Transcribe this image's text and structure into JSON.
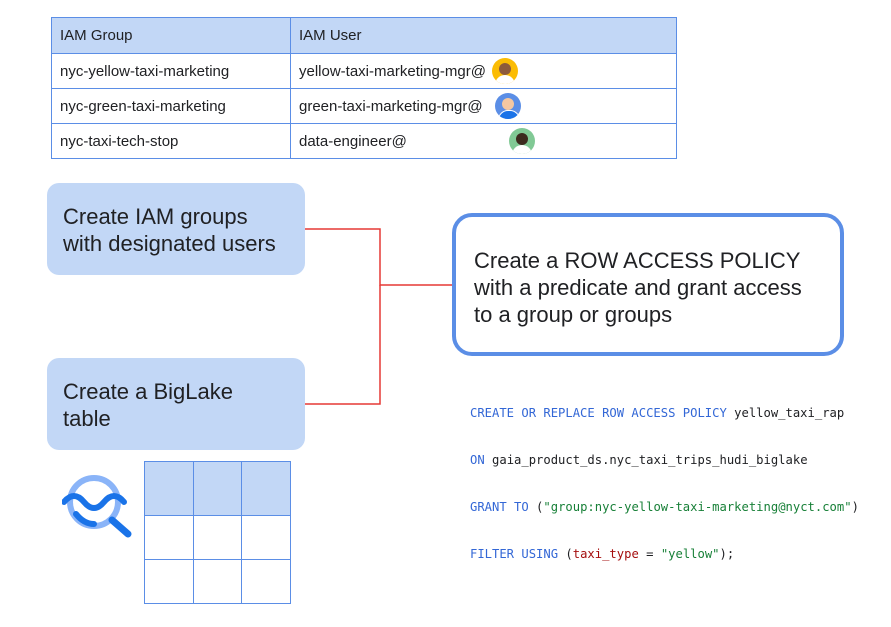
{
  "iam_table": {
    "headers": [
      "IAM Group",
      "IAM User"
    ],
    "rows": [
      {
        "group": "nyc-yellow-taxi-marketing",
        "user": "yellow-taxi-marketing-mgr@"
      },
      {
        "group": "nyc-green-taxi-marketing",
        "user": "green-taxi-marketing-mgr@"
      },
      {
        "group": "nyc-taxi-tech-stop",
        "user": "data-engineer@"
      }
    ]
  },
  "steps": {
    "iam_groups": [
      "Create IAM groups",
      "with designated users"
    ],
    "biglake_table": [
      "Create a BigLake",
      "table"
    ],
    "policy": [
      "Create a ROW ACCESS POLICY",
      "with a predicate and grant access",
      "to a group or groups"
    ]
  },
  "code": {
    "line1_kw": "CREATE OR REPLACE ROW ACCESS POLICY",
    "line1_name": " yellow_taxi_rap",
    "line2_kw": "ON",
    "line2_table": " gaia_product_ds.nyc_taxi_trips_hudi_biglake",
    "line3_kw": "GRANT TO",
    "line3_open": " (",
    "line3_str": "\"group:nyc-yellow-taxi-marketing@nyct.com\"",
    "line3_close": ")",
    "line4_kw": "FILTER USING",
    "line4_open": " (",
    "line4_col": "taxi_type",
    "line4_eq": " = ",
    "line4_str": "\"yellow\"",
    "line4_close": ");"
  },
  "colors": {
    "accent_blue": "#5b8ee6",
    "box_fill": "#c2d7f6",
    "connector_red": "#e53935"
  },
  "icons": {
    "biglake": "biglake-icon",
    "table": "table-grid-icon"
  }
}
